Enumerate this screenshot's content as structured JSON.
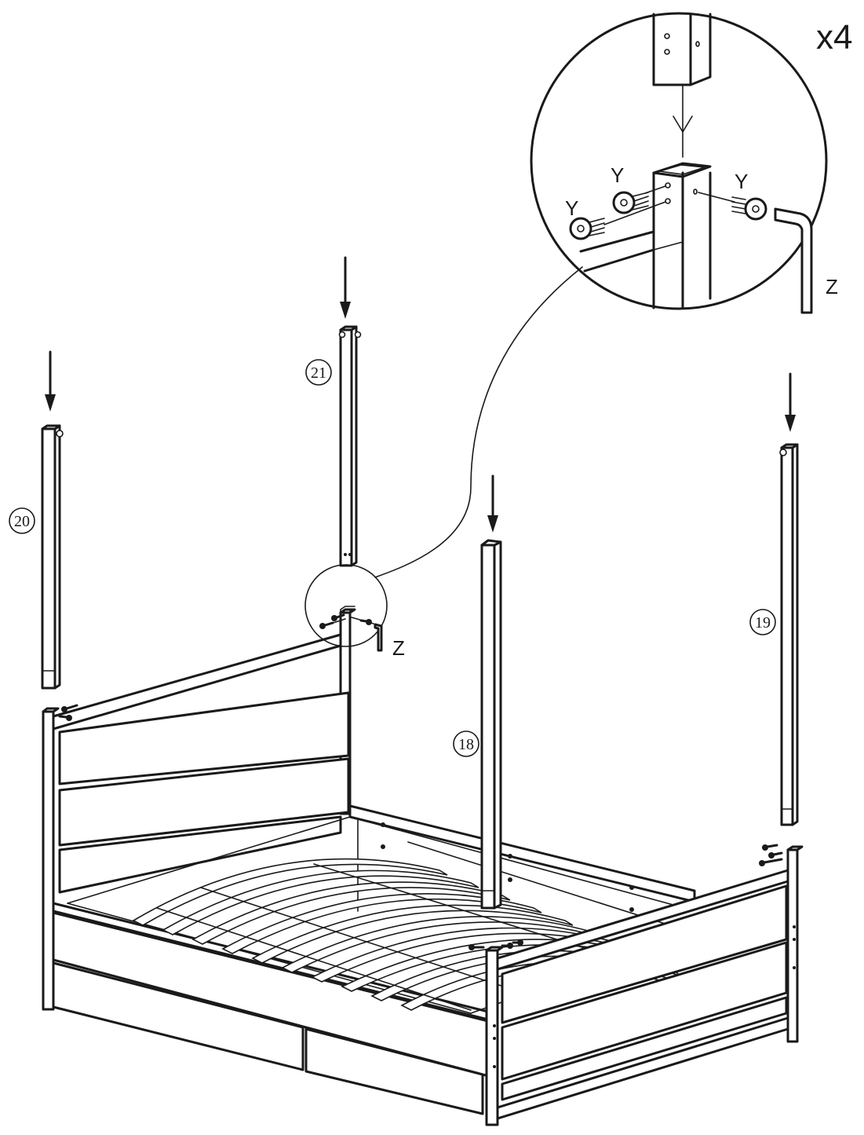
{
  "header": {
    "quantity": "x4"
  },
  "parts": {
    "post_front_left": "18",
    "post_front_right": "19",
    "post_back_left": "20",
    "post_back_right": "21"
  },
  "hardware": {
    "screw": "Y",
    "allen_key": "Z"
  },
  "icons": {
    "arrow": "down-arrow-icon",
    "screw": "screw-icon",
    "key": "allen-key-icon",
    "magnifier": "detail-magnifier-icon"
  }
}
